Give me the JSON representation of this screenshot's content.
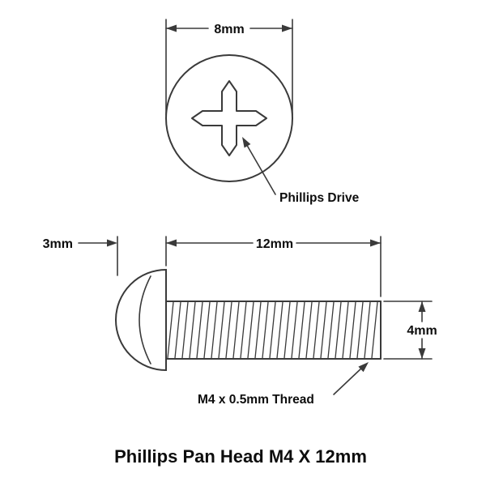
{
  "title": "Phillips Pan Head M4 X 12mm",
  "colors": {
    "line": "#3a3a3a",
    "text": "#0d0d0d",
    "background": "#ffffff"
  },
  "top_view": {
    "head_diameter_label": "8mm",
    "drive_label": "Phillips Drive"
  },
  "side_view": {
    "head_height_label": "3mm",
    "thread_length_label": "12mm",
    "shaft_diameter_label": "4mm",
    "thread_spec_label": "M4 x 0.5mm Thread"
  },
  "dimensions": {
    "head_diameter_mm": 8,
    "head_height_mm": 3,
    "thread_length_mm": 12,
    "shaft_diameter_mm": 4,
    "thread_pitch_mm": 0.5
  }
}
